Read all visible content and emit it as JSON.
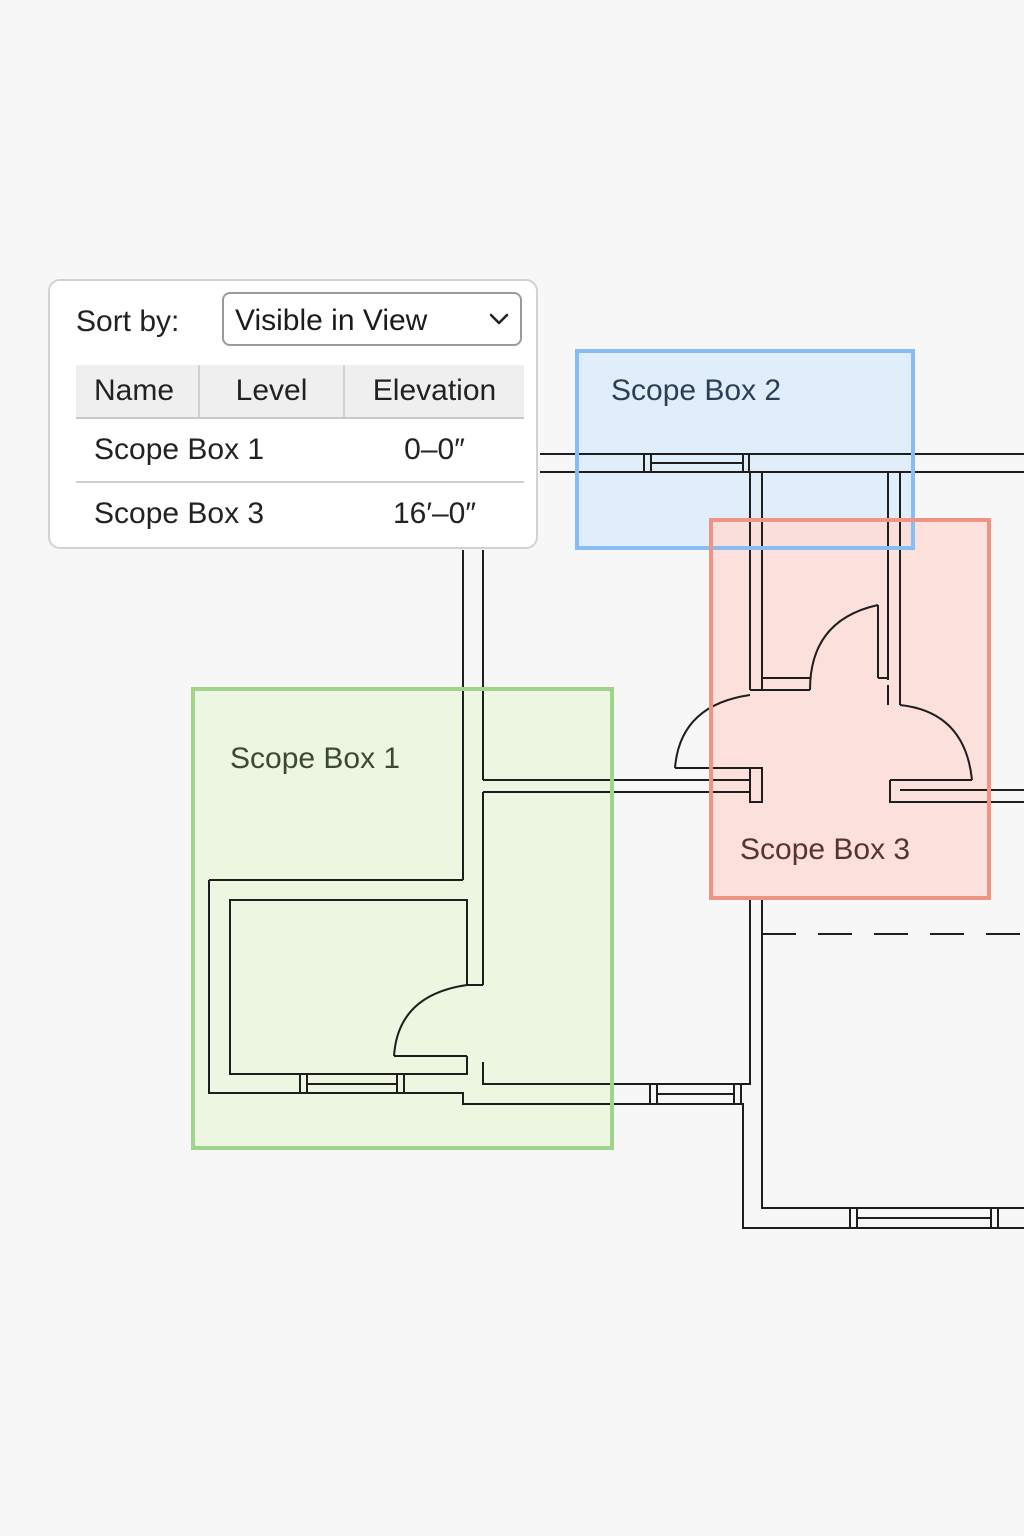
{
  "panel": {
    "sort_label": "Sort by:",
    "sort_value": "Visible in View",
    "columns": [
      "Name",
      "Level",
      "Elevation"
    ],
    "rows": [
      {
        "name": "Scope Box 1",
        "level": "",
        "elevation": "0–0″"
      },
      {
        "name": "Scope Box 3",
        "level": "",
        "elevation": "16′–0″"
      }
    ]
  },
  "scope_boxes": [
    {
      "label": "Scope Box 1",
      "fill": "#eaf6dc",
      "stroke": "#9fd48a"
    },
    {
      "label": "Scope Box 2",
      "fill": "#dcebfb",
      "stroke": "#86bdf2"
    },
    {
      "label": "Scope Box 3",
      "fill": "#fbdcd6",
      "stroke": "#ef9384"
    }
  ],
  "icons": {
    "dropdown": "chevron-down-icon"
  }
}
